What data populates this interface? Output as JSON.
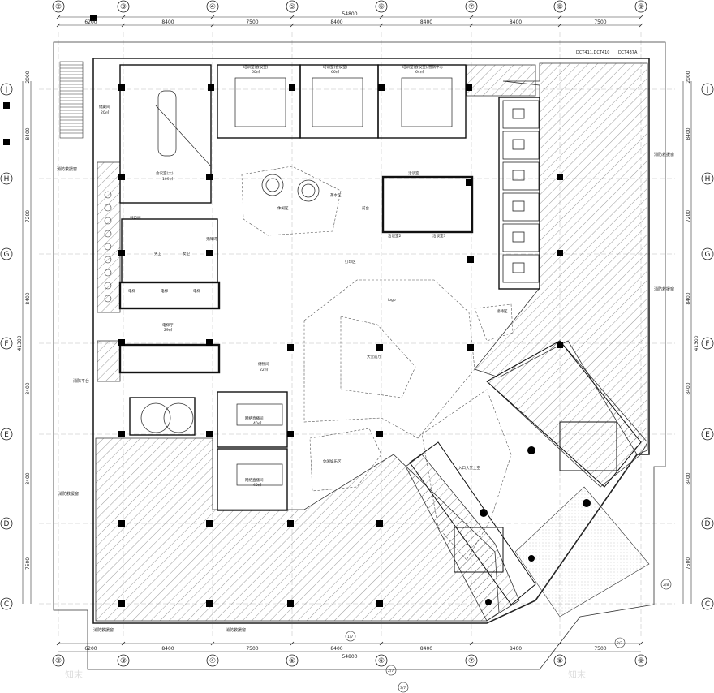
{
  "grid": {
    "columns": [
      "②",
      "③",
      "④",
      "⑤",
      "⑥",
      "⑦",
      "⑧",
      "⑨"
    ],
    "rows": [
      "J",
      "H",
      "G",
      "F",
      "E",
      "D",
      "C"
    ]
  },
  "dimensions": {
    "top_spans": [
      "6200",
      "8400",
      "7500",
      "8400",
      "8400",
      "8400",
      "7500"
    ],
    "top_total": "54800",
    "bottom_spans": [
      "6200",
      "8400",
      "7500",
      "8400",
      "8400",
      "8400",
      "7500"
    ],
    "bottom_total": "54800",
    "left_spans": [
      "2000",
      "8400",
      "7200",
      "8400",
      "8400",
      "8400",
      "7500"
    ],
    "right_spans": [
      "2000",
      "8400",
      "7200",
      "8400",
      "8400",
      "8400",
      "7500"
    ],
    "left_total": "41300",
    "right_total": "41300",
    "top_right_notes": [
      "DCT411,DCT410",
      "DCT437A"
    ]
  },
  "axis_marks": {
    "bottom_1": "1/7",
    "bottom_2": "2/7",
    "bottom_3": "3/7",
    "right_1": "2/8",
    "right_2": "2/7"
  },
  "rooms": {
    "r1_name": "储藏间",
    "r1_area": "20㎡",
    "r2_name": "会议室(大)",
    "r2_area": "109㎡",
    "r3_name": "培训室(会议室)",
    "r3_area": "60㎡",
    "r4_name": "培训室(会议室)",
    "r4_area": "66㎡",
    "r5_name": "培训室(会议室)/营销中心",
    "r5_area": "64㎡",
    "r6_name": "洽谈室",
    "r7_name": "休闲区",
    "r8_name": "电梯厅",
    "r8_area": "29㎡",
    "r9_name": "储物间",
    "r9_area": "22㎡",
    "r10_name": "网络直播间",
    "r10_area": "40㎡",
    "r11_name": "网络直播间",
    "r11_area": "40㎡",
    "r12_name": "休闲娱乐区",
    "r13_name": "大堂前厅",
    "r14_name": "入口大堂上空",
    "r15_name": "logo",
    "r16_name": "打印区",
    "r17_name": "茶水区",
    "r18_name": "前台",
    "r19_name": "男卫",
    "r20_name": "女卫",
    "r21_name": "无障碍",
    "r22_name": "电梯",
    "r23_name": "电梯",
    "r24_name": "电梯",
    "r25_name": "洽谈室2",
    "r26_name": "洽谈室3",
    "r27_name": "接待区",
    "r28_name": "弱电间"
  },
  "side_notes": {
    "left1": "消防救援窗",
    "left2": "消防平台",
    "left3": "消防救援窗",
    "right1": "消防救援窗",
    "right2": "消防救援窗",
    "bottom1": "消防救援窗",
    "bottom2": "消防救援窗"
  },
  "watermarks": [
    "知末",
    "知末"
  ]
}
